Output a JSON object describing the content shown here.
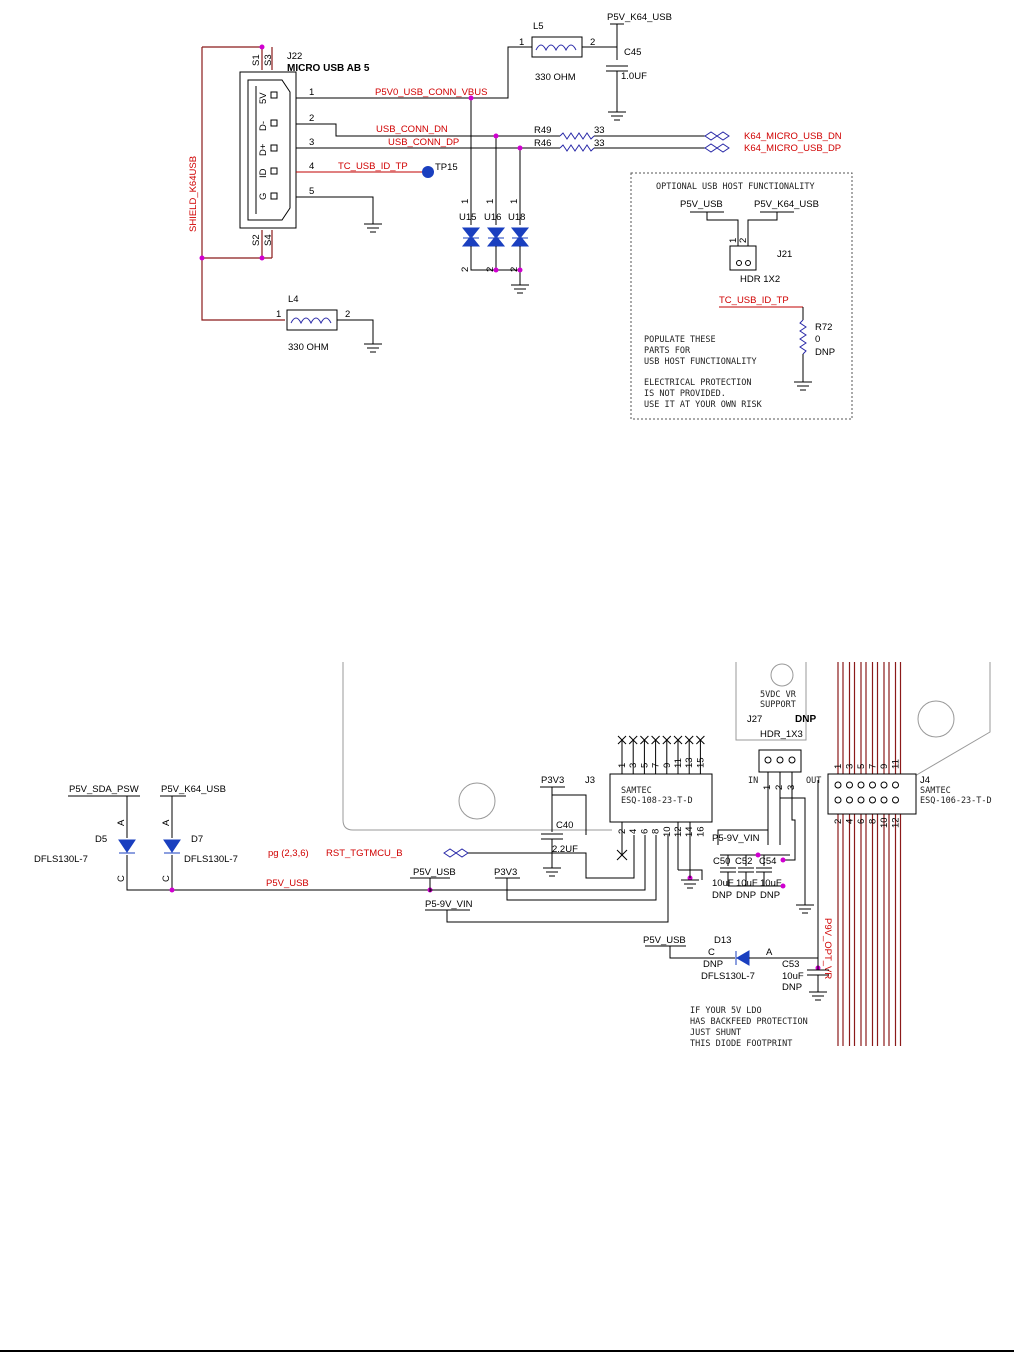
{
  "top": {
    "connector": {
      "ref": "J22",
      "name": "MICRO USB AB 5",
      "shield": "SHIELD_K64USB",
      "shell_pins": [
        "S1",
        "S3",
        "S2",
        "S4"
      ],
      "pin_labels": [
        "5V",
        "D-",
        "D+",
        "ID",
        "G"
      ],
      "pin_numbers": [
        "1",
        "2",
        "3",
        "4",
        "5"
      ]
    },
    "nets": {
      "vbus": "P5V0_USB_CONN_VBUS",
      "dn": "USB_CONN_DN",
      "dp": "USB_CONN_DP",
      "id": "TC_USB_ID_TP",
      "tp": "TP15",
      "out_dn": "K64_MICRO_USB_DN",
      "out_dp": "K64_MICRO_USB_DP",
      "p5v_k64": "P5V_K64_USB"
    },
    "l5": {
      "ref": "L5",
      "value": "330 OHM",
      "p1": "1",
      "p2": "2"
    },
    "l4": {
      "ref": "L4",
      "value": "330 OHM",
      "p1": "1",
      "p2": "2"
    },
    "c45": {
      "ref": "C45",
      "value": "1.0UF"
    },
    "r49": {
      "ref": "R49",
      "value": "33"
    },
    "r46": {
      "ref": "R46",
      "value": "33"
    },
    "tvs": [
      "U15",
      "U16",
      "U18"
    ],
    "tvs_pins": [
      "1",
      "2"
    ],
    "optional": {
      "title": "OPTIONAL USB HOST FUNCTIONALITY",
      "p5v_usb": "P5V_USB",
      "p5v_k64": "P5V_K64_USB",
      "j21": "J21",
      "j21_name": "HDR 1X2",
      "j21_pins": [
        "1",
        "2"
      ],
      "id_net": "TC_USB_ID_TP",
      "r72": "R72",
      "r72_value": "0",
      "r72_dnp": "DNP",
      "note1": [
        "POPULATE THESE",
        "PARTS FOR",
        "USB HOST FUNCTIONALITY"
      ],
      "note2": [
        "ELECTRICAL PROTECTION",
        "IS NOT PROVIDED.",
        "USE IT AT YOUR OWN RISK"
      ]
    }
  },
  "bottom": {
    "d5": {
      "net": "P5V_SDA_PSW",
      "ref": "D5",
      "part": "DFLS130L-7",
      "a": "A",
      "c": "C"
    },
    "d7": {
      "net": "P5V_K64_USB",
      "ref": "D7",
      "part": "DFLS130L-7",
      "a": "A",
      "c": "C"
    },
    "p5v_usb": "P5V_USB",
    "rst": {
      "pg": "pg (2,3,6)",
      "net": "RST_TGTMCU_B"
    },
    "p3v3": "P3V3",
    "c40": {
      "ref": "C40",
      "value": "2.2UF"
    },
    "j3": {
      "ref": "J3",
      "vendor": "SAMTEC",
      "part": "ESQ-108-23-T-D",
      "top_pins": [
        "1",
        "3",
        "5",
        "7",
        "9",
        "11",
        "13",
        "15"
      ],
      "bottom_pins": [
        "2",
        "4",
        "6",
        "8",
        "10",
        "12",
        "14",
        "16"
      ]
    },
    "p5_9v_vin": "P5-9V_VIN",
    "j27": {
      "ref": "J27",
      "dnp": "DNP",
      "name": "HDR_1X3",
      "in": "IN",
      "out": "OUT",
      "pins": [
        "1",
        "2",
        "3"
      ],
      "note": [
        "5VDC VR",
        "SUPPORT"
      ]
    },
    "caps": [
      {
        "ref": "C50",
        "value": "10uF",
        "dnp": "DNP"
      },
      {
        "ref": "C52",
        "value": "10uF",
        "dnp": "DNP"
      },
      {
        "ref": "C54",
        "value": "10uF",
        "dnp": "DNP"
      }
    ],
    "p9v_opt": "P9V_OPT_VR",
    "d13": {
      "net": "P5V_USB",
      "ref": "D13",
      "dnp": "DNP",
      "part": "DFLS130L-7",
      "c": "C",
      "a": "A"
    },
    "c53": {
      "ref": "C53",
      "value": "10uF",
      "dnp": "DNP"
    },
    "j4": {
      "ref": "J4",
      "vendor": "SAMTEC",
      "part": "ESQ-106-23-T-D",
      "top_pins": [
        "1",
        "3",
        "5",
        "7",
        "9",
        "11"
      ],
      "bottom_pins": [
        "2",
        "4",
        "6",
        "8",
        "10",
        "12"
      ]
    },
    "note": [
      "IF YOUR 5V LDO",
      "HAS BACKFEED PROTECTION",
      "JUST SHUNT",
      "THIS DIODE FOOTPRINT"
    ]
  }
}
